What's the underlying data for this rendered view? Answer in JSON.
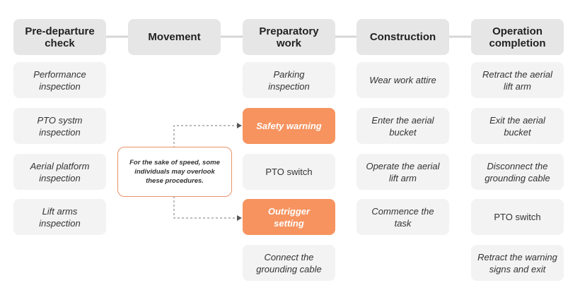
{
  "headers": [
    "Pre-departure\ncheck",
    "Movement",
    "Preparatory\nwork",
    "Construction",
    "Operation\ncompletion"
  ],
  "columns": {
    "pre_departure": [
      "Performance\ninspection",
      "PTO systm\ninspection",
      "Aerial platform\ninspection",
      "Lift arms\ninspection"
    ],
    "preparatory": [
      "Parking\ninspection",
      "Safety warning",
      "PTO switch",
      "Outrigger\nsetting",
      "Connect the\ngrounding cable"
    ],
    "construction": [
      "Wear work attire",
      "Enter the aerial\nbucket",
      "Operate the aerial\nlift arm",
      "Commence the\ntask"
    ],
    "completion": [
      "Retract the aerial\nlift arm",
      "Exit the aerial\nbucket",
      "Disconnect the\ngrounding cable",
      "PTO switch",
      "Retract the warning\nsigns and exit"
    ]
  },
  "note": "For the sake of speed, some\nindividuals may overlook\nthese procedures.",
  "colors": {
    "header_bg": "#e6e6e6",
    "item_bg": "#f3f3f3",
    "highlight": "#f6935f",
    "note_border": "#e8926a",
    "connector": "#d6d6d6"
  }
}
